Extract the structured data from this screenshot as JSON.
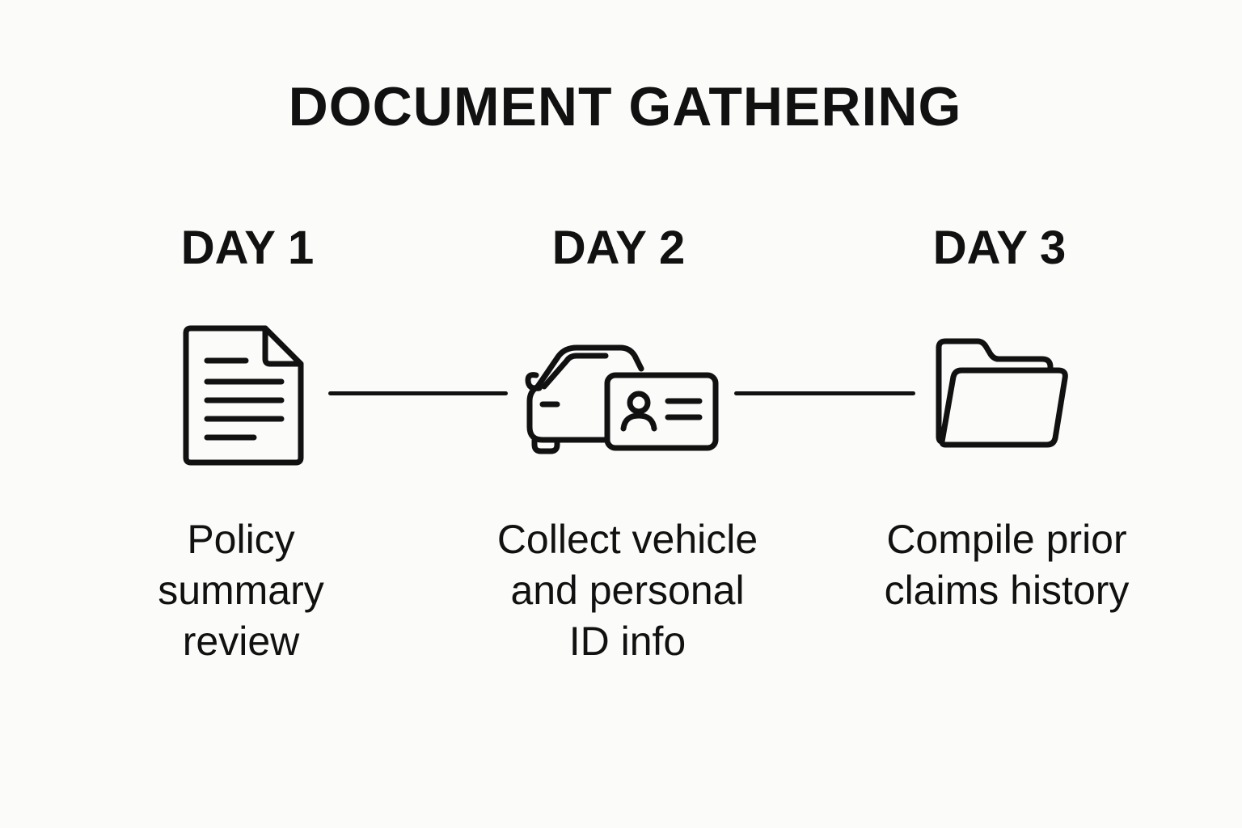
{
  "title": "DOCUMENT GATHERING",
  "steps": [
    {
      "day": "DAY 1",
      "icon": "document-icon",
      "description_lines": [
        "Policy",
        "summary",
        "review"
      ]
    },
    {
      "day": "DAY 2",
      "icon": "car-and-id-card-icon",
      "description_lines": [
        "Collect vehicle",
        "and personal",
        "ID info"
      ]
    },
    {
      "day": "DAY 3",
      "icon": "folder-icon",
      "description_lines": [
        "Compile prior",
        "claims history"
      ]
    }
  ],
  "colors": {
    "background": "#fbfbf9",
    "ink": "#111111"
  }
}
